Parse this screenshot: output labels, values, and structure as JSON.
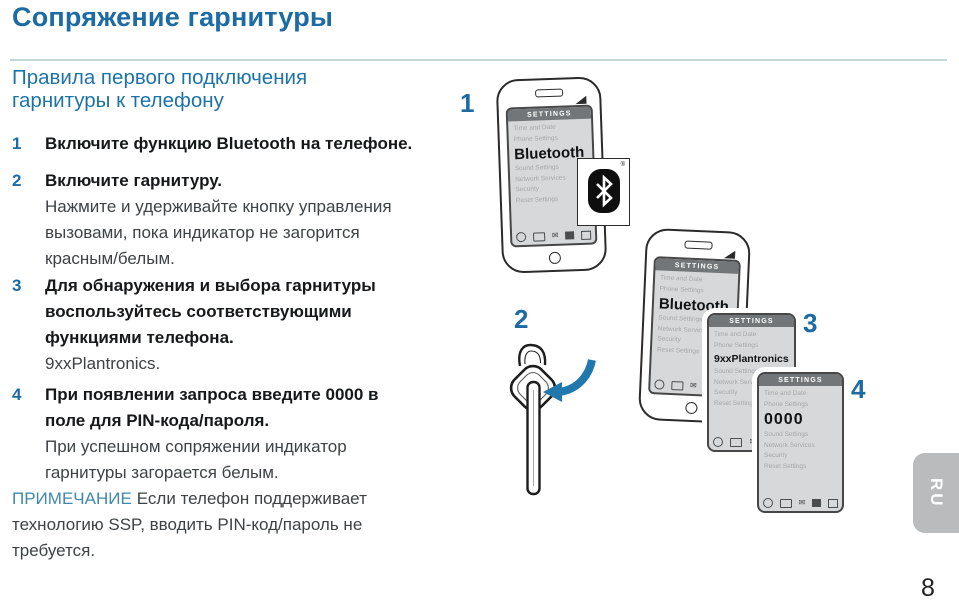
{
  "page": {
    "title": "Сопряжение гарнитуры",
    "page_number": "8",
    "language_tab": "RU"
  },
  "intro": {
    "subtitle": "Правила первого подключения гарнитуры к телефону"
  },
  "steps": [
    {
      "num": "1",
      "heading": "Включите функцию Bluetooth на телефоне.",
      "body": ""
    },
    {
      "num": "2",
      "heading": "Включите гарнитуру.",
      "body": "Нажмите и удерживайте кнопку управления вызовами, пока индикатор не загорится красным/белым."
    },
    {
      "num": "3",
      "heading": "Для обнаружения и выбора гарнитуры воспользуйтесь соответствующими функциями телефона.",
      "body": "9xxPlantronics."
    },
    {
      "num": "4",
      "heading": "При появлении запроса введите 0000 в поле для PIN-кода/пароля.",
      "body": "При успешном сопряжении индикатор гарнитуры загорается белым."
    }
  ],
  "note": {
    "label": "ПРИМЕЧАНИЕ",
    "text": "Если телефон поддерживает технологию SSP, вводить PIN-код/пароль не требуется."
  },
  "figures": {
    "markers": [
      "1",
      "2",
      "3",
      "4"
    ],
    "screen_header": "SETTINGS",
    "menu_top": [
      "Time and Date",
      "Phone Settings"
    ],
    "menu_bottom": [
      "Sound Settings",
      "Network Services",
      "Security",
      "Reset Settings"
    ],
    "screens": [
      {
        "highlight": "Bluetooth"
      },
      {
        "highlight": "Bluetooth"
      },
      {
        "highlight": "9xxPlantronics"
      },
      {
        "highlight": "0000"
      }
    ],
    "registered_mark": "®"
  },
  "colors": {
    "accent_blue": "#1c6ba4",
    "note_blue": "#3f88ae",
    "arrow_blue": "#2178ac",
    "tab_gray": "#b9bbbc"
  }
}
